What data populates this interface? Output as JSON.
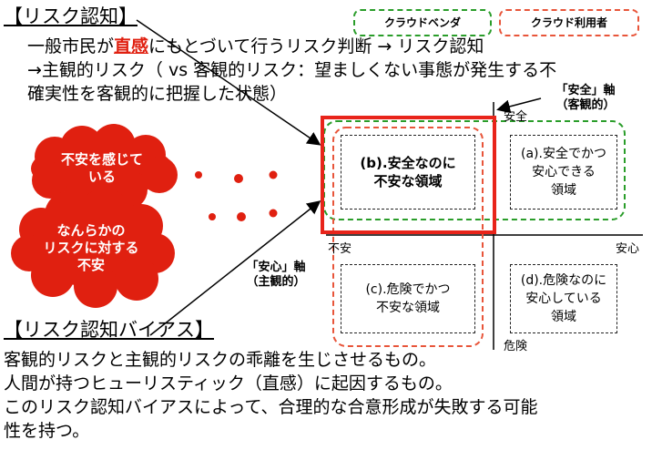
{
  "header": {
    "title": "【リスク認知】",
    "line1_pre": "一般市民が",
    "line1_emph": "直感",
    "line1_post": "にもとづいて行うリスク判断 → リスク認知",
    "line2": "→主観的リスク（ vs 客観的リスク：望ましくない事態が発生する不",
    "line3": "確実性を客観的に把握した状態）"
  },
  "legend": {
    "vendor": "クラウドベンダ",
    "user": "クラウド利用者",
    "vendor_color": "#2a9d2a",
    "user_color": "#e8553a"
  },
  "clouds": {
    "top": [
      "不安を感じて",
      "いる"
    ],
    "bottom": [
      "なんらかの",
      "リスクに対する",
      "不安"
    ],
    "color": "#e02010"
  },
  "axes": {
    "safety_axis": [
      "「安全」軸",
      "（客観的）"
    ],
    "anshin_axis": [
      "「安心」軸",
      "（主観的）"
    ],
    "safe": "安全",
    "danger": "危険",
    "anxious": "不安",
    "secure": "安心"
  },
  "quadrants": {
    "b": [
      "(b).安全なのに",
      "不安な領域"
    ],
    "a": [
      "(a).安全でかつ",
      "安心できる",
      "領域"
    ],
    "c": [
      "(c).危険でかつ",
      "不安な領域"
    ],
    "d": [
      "(d).危険なのに",
      "安心している",
      "領域"
    ]
  },
  "bias": {
    "title": "【リスク認知バイアス】",
    "line1": "客観的リスクと主観的リスクの乖離を生じさせるもの。",
    "line2": "人間が持つヒューリスティック（直感）に起因するもの。",
    "line3": "このリスク認知バイアスによって、合理的な合意形成が失敗する可能",
    "line4": "性を持つ。"
  },
  "colors": {
    "highlight_red": "#e8241a",
    "accent_red": "#e02010"
  }
}
